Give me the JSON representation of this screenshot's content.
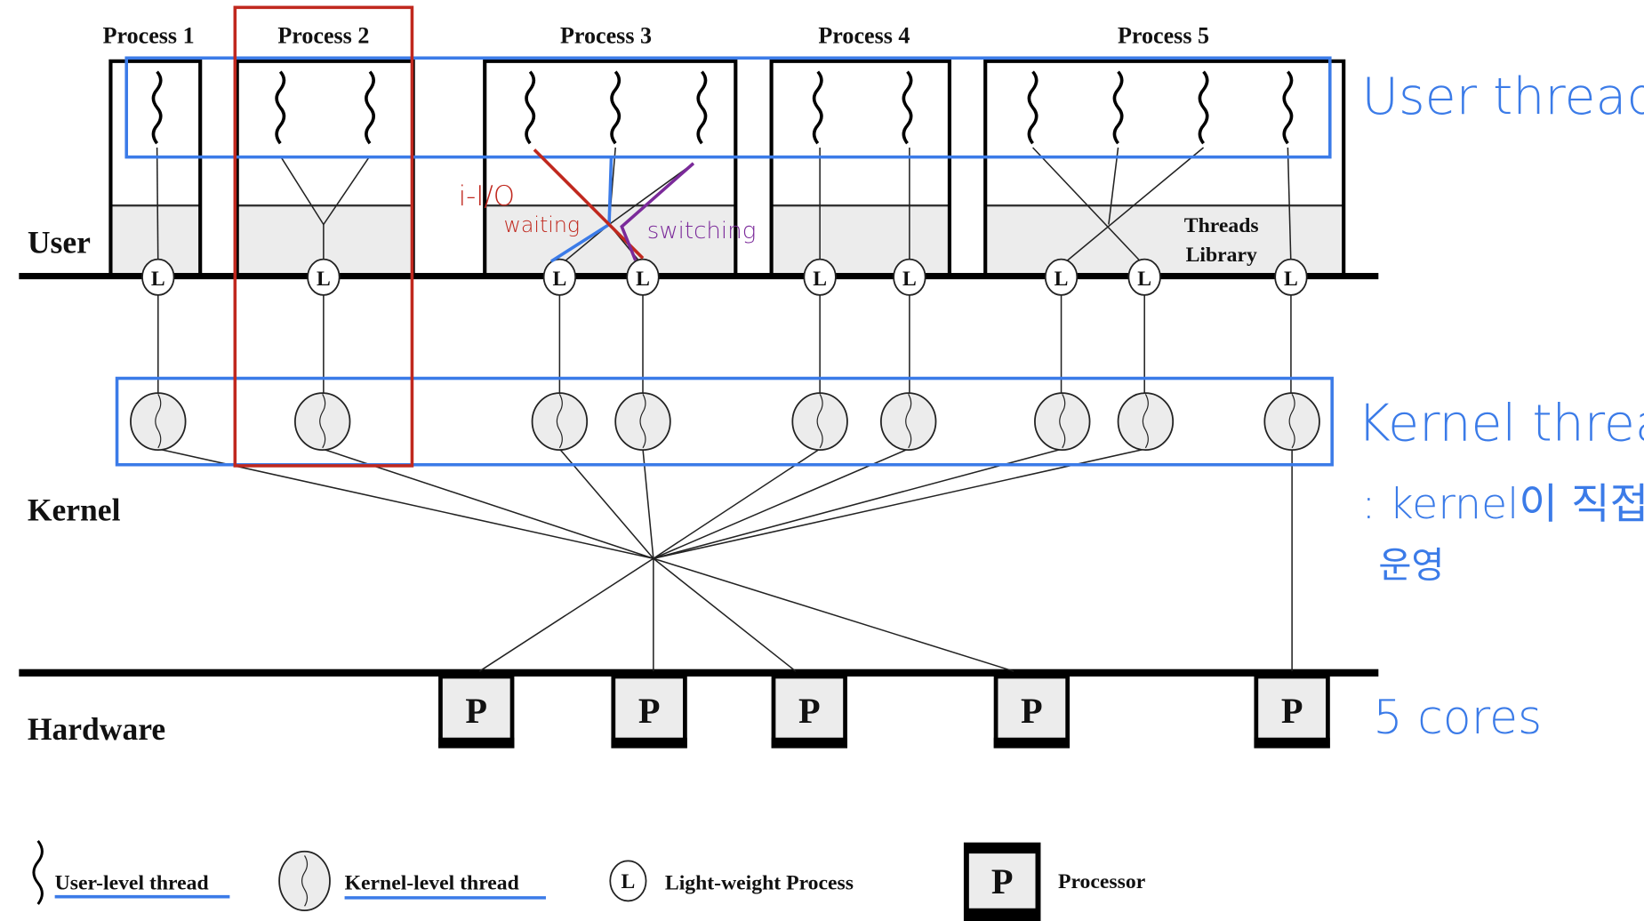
{
  "processes": [
    "Process 1",
    "Process 2",
    "Process 3",
    "Process 4",
    "Process 5"
  ],
  "layers": {
    "user": "User",
    "kernel": "Kernel",
    "hardware": "Hardware"
  },
  "threads_library": [
    "Threads",
    "Library"
  ],
  "lwp_letter": "L",
  "processor_letter": "P",
  "legend": {
    "user_thread": "User-level thread",
    "kernel_thread": "Kernel-level thread",
    "lwp": "Light-weight Process",
    "processor": "Processor"
  },
  "annotations": {
    "user_thread": "User thread",
    "kernel_thread": "Kernel thread",
    "kernel_note_1": ": kernel이 직접",
    "kernel_note_2": "운영",
    "cores": "5 cores",
    "io": "i-I/O",
    "waiting": "waiting",
    "switching": "switching"
  },
  "colors": {
    "blue": "#3b7be8",
    "red": "#c0281e",
    "purple": "#7b2a9a",
    "gray_fill": "#ececec"
  }
}
